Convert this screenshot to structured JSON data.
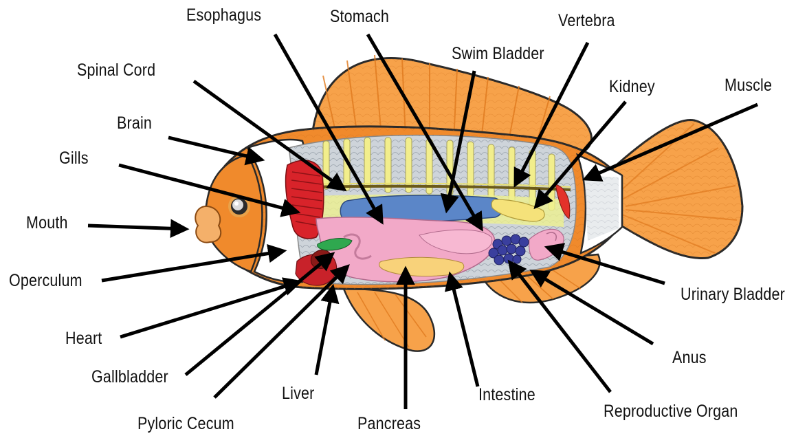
{
  "labels": {
    "esophagus": "Esophagus",
    "stomach": "Stomach",
    "vertebra": "Vertebra",
    "swim_bladder": "Swim Bladder",
    "spinal_cord": "Spinal Cord",
    "kidney": "Kidney",
    "muscle": "Muscle",
    "brain": "Brain",
    "gills": "Gills",
    "mouth": "Mouth",
    "operculum": "Operculum",
    "urinary_bladder": "Urinary Bladder",
    "heart": "Heart",
    "anus": "Anus",
    "gallbladder": "Gallbladder",
    "liver": "Liver",
    "intestine": "Intestine",
    "reproductive_organ": "Reproductive Organ",
    "pyloric_cecum": "Pyloric Cecum",
    "pancreas": "Pancreas"
  },
  "colors": {
    "body_orange": "#F08A2C",
    "fin_orange": "#F7A24A",
    "white_band": "#FFFFFF",
    "black_edge": "#1A1A1A",
    "muscle_grey": "#C9CFD6",
    "vertebra_yellow": "#F2EE8C",
    "swim_bladder_blue": "#5B86C8",
    "gut_pink": "#F2A9C8",
    "gills_red": "#D8232A",
    "liver_red": "#C8222A",
    "gallbladder_green": "#2FA84F",
    "pancreas_yellow": "#F8D27A",
    "reproductive_purple": "#3A3F9E",
    "kidney_yellow": "#F5E27A",
    "arrow": "#000000"
  }
}
